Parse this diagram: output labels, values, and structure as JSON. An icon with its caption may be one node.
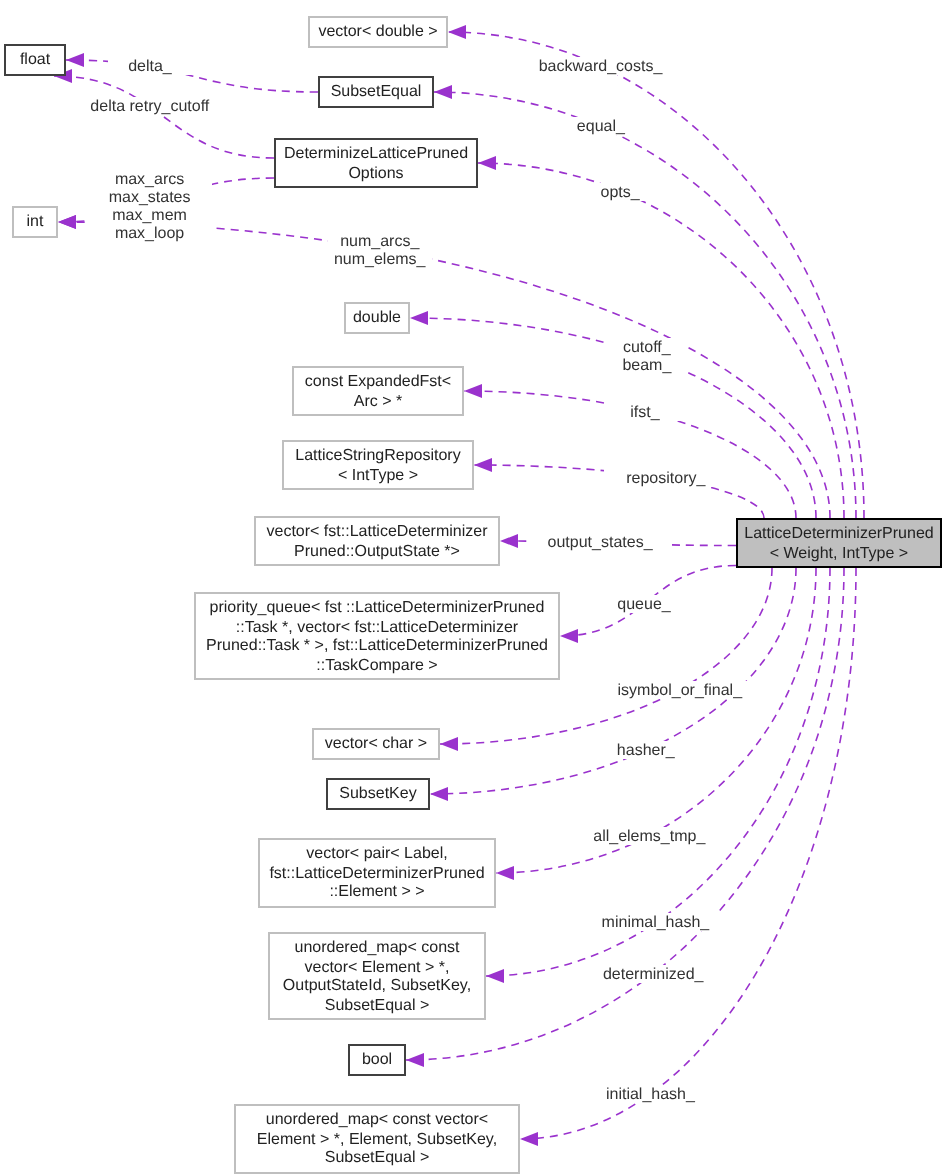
{
  "diagram": {
    "nodes": [
      {
        "text": [
          "float"
        ]
      },
      {
        "text": [
          "vector< double >"
        ]
      },
      {
        "text": [
          "SubsetEqual"
        ]
      },
      {
        "text": [
          "DeterminizeLatticePruned Options"
        ]
      },
      {
        "text": [
          "int"
        ]
      },
      {
        "text": [
          "double"
        ]
      },
      {
        "text": [
          "const ExpandedFst< Arc > *"
        ]
      },
      {
        "text": [
          "LatticeStringRepository < IntType >"
        ]
      },
      {
        "text": [
          "vector< fst::LatticeDeterminizer Pruned::OutputState *>"
        ]
      },
      {
        "text": [
          "LatticeDeterminizerPruned < Weight, IntType >"
        ]
      },
      {
        "text": [
          "priority_queue< fst ::LatticeDeterminizerPruned ::Task *, vector< fst::LatticeDeterminizer Pruned::Task * >, fst::LatticeDeterminizerPruned ::TaskCompare >"
        ]
      },
      {
        "text": [
          "vector< char >"
        ]
      },
      {
        "text": [
          "SubsetKey"
        ]
      },
      {
        "text": [
          "vector< pair< Label, fst::LatticeDeterminizerPruned ::Element > >"
        ]
      },
      {
        "text": [
          "unordered_map< const vector< Element > *, OutputStateId, SubsetKey, SubsetEqual >"
        ]
      },
      {
        "text": [
          "bool"
        ]
      },
      {
        "text": [
          "unordered_map< const vector< Element > *, Element, SubsetKey, SubsetEqual >"
        ]
      }
    ],
    "edges": [
      {
        "from": 9,
        "to": 1,
        "arrow": "to",
        "label": "backward_costs_",
        "style": "dashed"
      },
      {
        "from": 9,
        "to": 2,
        "arrow": "to",
        "label": "equal_",
        "style": "dashed"
      },
      {
        "from": 2,
        "to": 0,
        "arrow": "to",
        "label": "delta_",
        "style": "dashed"
      },
      {
        "from": 3,
        "to": 0,
        "arrow": "to",
        "label": "delta retry_cutoff",
        "style": "dashed"
      },
      {
        "from": 9,
        "to": 3,
        "arrow": "to",
        "label": "opts_",
        "style": "dashed"
      },
      {
        "from": 3,
        "to": 4,
        "arrow": "to",
        "label": "max_arcs max_states max_mem max_loop",
        "style": "dashed"
      },
      {
        "from": 9,
        "to": 4,
        "arrow": "to",
        "label": "num_arcs_ num_elems_",
        "style": "dashed"
      },
      {
        "from": 9,
        "to": 5,
        "arrow": "to",
        "label": "cutoff_ beam_",
        "style": "dashed"
      },
      {
        "from": 9,
        "to": 6,
        "arrow": "to",
        "label": "ifst_",
        "style": "dashed"
      },
      {
        "from": 9,
        "to": 7,
        "arrow": "to",
        "label": "repository_",
        "style": "dashed"
      },
      {
        "from": 9,
        "to": 8,
        "arrow": "to",
        "label": "output_states_",
        "style": "dashed"
      },
      {
        "from": 9,
        "to": 10,
        "arrow": "to",
        "label": "queue_",
        "style": "dashed"
      },
      {
        "from": 9,
        "to": 11,
        "arrow": "to",
        "label": "isymbol_or_final_",
        "style": "dashed"
      },
      {
        "from": 9,
        "to": 12,
        "arrow": "to",
        "label": "hasher_",
        "style": "dashed"
      },
      {
        "from": 9,
        "to": 13,
        "arrow": "to",
        "label": "all_elems_tmp_",
        "style": "dashed"
      },
      {
        "from": 9,
        "to": 14,
        "arrow": "to",
        "label": "minimal_hash_",
        "style": "dashed"
      },
      {
        "from": 9,
        "to": 15,
        "arrow": "to",
        "label": "determinized_",
        "style": "dashed"
      },
      {
        "from": 9,
        "to": 16,
        "arrow": "to",
        "label": "initial_hash_",
        "style": "dashed"
      }
    ]
  }
}
